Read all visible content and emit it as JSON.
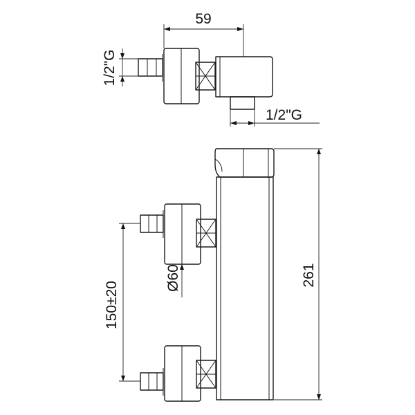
{
  "labels": {
    "top_width": "59",
    "thread_left": "1/2\"G",
    "thread_right": "1/2\"G",
    "rosette_diameter": "Ø60",
    "inlet_spacing": "150±20",
    "total_height": "261"
  }
}
